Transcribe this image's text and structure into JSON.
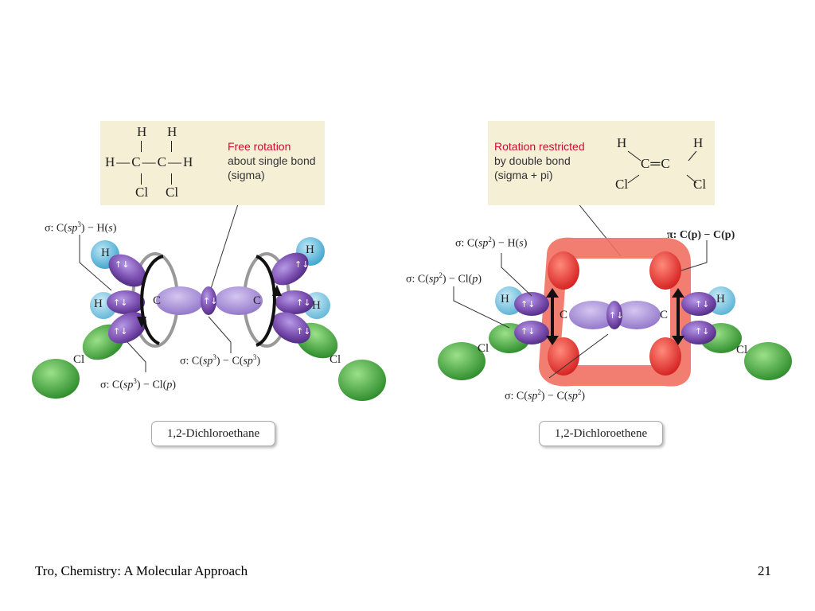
{
  "left": {
    "note_red": "Free rotation",
    "note_line1": "about single bond",
    "note_line2": "(sigma)",
    "structure": {
      "top_h1": "H",
      "top_h2": "H",
      "mid_row": "H—C—C—H",
      "bot_cl1": "Cl",
      "bot_cl2": "Cl"
    },
    "label_sigma_ch": [
      "σ: C(",
      "sp",
      "3",
      ") − H(",
      "s",
      ")"
    ],
    "label_sigma_cc": [
      "σ: C(",
      "sp",
      "3",
      ") − C(",
      "sp",
      "3",
      ")"
    ],
    "label_sigma_ccl": [
      "σ: C(",
      "sp",
      "3",
      ") − Cl(",
      "p",
      ")"
    ],
    "caption": "1,2-Dichloroethane",
    "atoms": {
      "h": "H",
      "c": "C",
      "cl": "Cl"
    }
  },
  "right": {
    "note_red": "Rotation restricted",
    "note_line1": "by double bond",
    "note_line2": "(sigma + pi)",
    "structure": {
      "h_left": "H",
      "h_right": "H",
      "mid": "C═C",
      "cl_left": "Cl",
      "cl_right": "Cl"
    },
    "label_sigma_ch": [
      "σ: C(",
      "sp",
      "2",
      ") − H(",
      "s",
      ")"
    ],
    "label_sigma_ccl": [
      "σ: C(",
      "sp",
      "2",
      ") − Cl(",
      "p",
      ")"
    ],
    "label_pi": "π: C(p) − C(p)",
    "label_sigma_cc": [
      "σ: C(",
      "sp",
      "2",
      ") − C(",
      "sp",
      "2",
      ")"
    ],
    "caption": "1,2-Dichloroethene",
    "atoms": {
      "h": "H",
      "c": "C",
      "cl": "Cl"
    }
  },
  "footer": {
    "source": "Tro, Chemistry: A Molecular Approach",
    "page": "21"
  },
  "colors": {
    "box_bg": "#f5efd6",
    "note_red": "#c8102e",
    "orbital_purple": "#7b4fb0",
    "orbital_lilac": "#a88fd6",
    "hydrogen_blue": "#5fb8da",
    "chlorine_green": "#3fa83a",
    "pi_red": "#e8423a"
  }
}
